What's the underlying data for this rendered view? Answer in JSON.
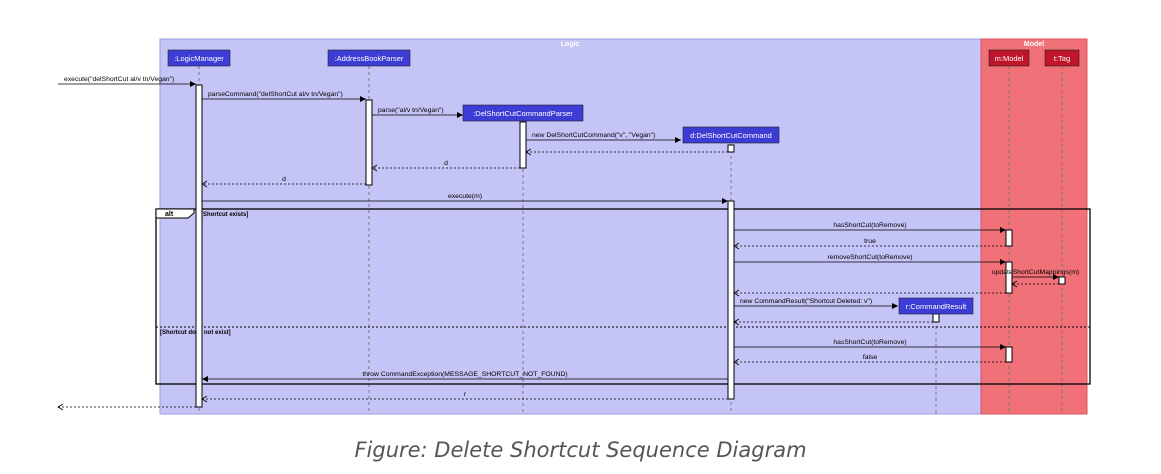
{
  "colors": {
    "logic_box": "#c4c4f7",
    "model_box": "#f07178",
    "logic_participant": "#3d3dd6",
    "model_participant": "#c0152a",
    "line": "#000000",
    "lifeline": "#777777"
  },
  "boxes": [
    {
      "id": "logic",
      "title": "Logic"
    },
    {
      "id": "model",
      "title": "Model"
    }
  ],
  "participants": [
    {
      "id": "lm",
      "label": ":LogicManager",
      "box": "logic"
    },
    {
      "id": "abp",
      "label": ":AddressBookParser",
      "box": "logic"
    },
    {
      "id": "dscp",
      "label": ":DelShortCutCommandParser",
      "box": "logic"
    },
    {
      "id": "dsc",
      "label": "d:DelShortCutCommand",
      "box": "logic"
    },
    {
      "id": "cr",
      "label": "r:CommandResult",
      "box": "logic"
    },
    {
      "id": "model",
      "label": "m:Model",
      "box": "model"
    },
    {
      "id": "tag",
      "label": "t:Tag",
      "box": "model"
    }
  ],
  "messages": [
    {
      "from": "ext",
      "to": "lm",
      "label": "execute(\"delShortCut al/v tn/Vegan\")",
      "kind": "call"
    },
    {
      "from": "lm",
      "to": "abp",
      "label": "parseCommand(\"delShortCut al/v tn/Vegan\")",
      "kind": "call"
    },
    {
      "from": "abp",
      "to": "dscp",
      "label": "parse(\"al/v tn/Vegan\")",
      "kind": "create"
    },
    {
      "from": "dscp",
      "to": "dsc",
      "label": "new DelShortCutCommand(\"v\", \"Vegan\")",
      "kind": "create"
    },
    {
      "from": "dsc",
      "to": "dscp",
      "label": "",
      "kind": "return"
    },
    {
      "from": "dscp",
      "to": "abp",
      "label": "d",
      "kind": "return"
    },
    {
      "from": "abp",
      "to": "lm",
      "label": "d",
      "kind": "return"
    },
    {
      "from": "lm",
      "to": "dsc",
      "label": "execute(m)",
      "kind": "call"
    },
    {
      "from": "dsc",
      "to": "model",
      "label": "hasShortCut(toRemove)",
      "kind": "call"
    },
    {
      "from": "model",
      "to": "dsc",
      "label": "true",
      "kind": "return"
    },
    {
      "from": "dsc",
      "to": "model",
      "label": "removeShortCut(toRemove)",
      "kind": "call"
    },
    {
      "from": "model",
      "to": "tag",
      "label": "updateShortCutMappings(m)",
      "kind": "call"
    },
    {
      "from": "tag",
      "to": "model",
      "label": "",
      "kind": "return"
    },
    {
      "from": "model",
      "to": "dsc",
      "label": "",
      "kind": "return"
    },
    {
      "from": "dsc",
      "to": "cr",
      "label": "new CommandResult(\"Shortcut Deleted: v\")",
      "kind": "create"
    },
    {
      "from": "cr",
      "to": "dsc",
      "label": "",
      "kind": "return"
    },
    {
      "from": "dsc",
      "to": "model",
      "label": "hasShortCut(toRemove)",
      "kind": "call"
    },
    {
      "from": "model",
      "to": "dsc",
      "label": "false",
      "kind": "return"
    },
    {
      "from": "dsc",
      "to": "lm",
      "label": "throw CommandException(MESSAGE_SHORTCUT_NOT_FOUND)",
      "kind": "call"
    },
    {
      "from": "dsc",
      "to": "lm",
      "label": "r",
      "kind": "return"
    },
    {
      "from": "lm",
      "to": "ext",
      "label": "",
      "kind": "return"
    }
  ],
  "alt_fragment": {
    "keyword": "alt",
    "guards": [
      "[Shortcut exists]",
      "[Shortcut does not exist]"
    ]
  },
  "caption": "Figure: Delete Shortcut Sequence Diagram"
}
